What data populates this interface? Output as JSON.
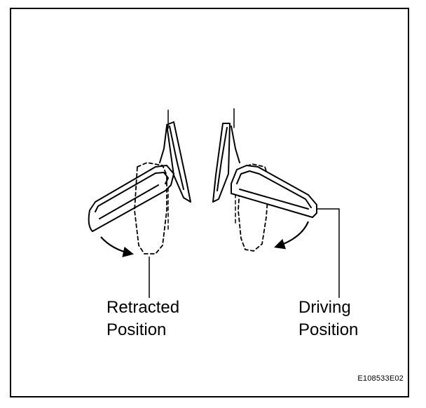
{
  "labels": {
    "retracted": {
      "line1": "Retracted",
      "line2": "Position"
    },
    "driving": {
      "line1": "Driving",
      "line2": "Position"
    }
  },
  "figure_code": "E108533E02",
  "colors": {
    "ink": "#000000",
    "background": "#ffffff"
  },
  "icons": {
    "left_mirror": "side-mirror-retracted",
    "right_mirror": "side-mirror-driving",
    "rotation_arrow": "curved-arrow"
  }
}
